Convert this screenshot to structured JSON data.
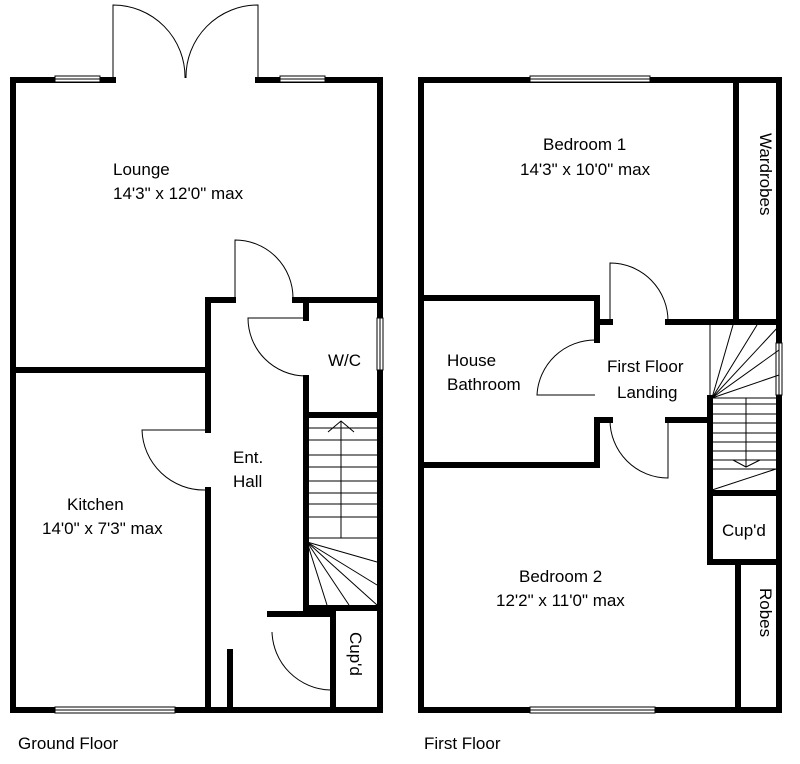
{
  "ground_floor": {
    "caption": "Ground Floor",
    "rooms": {
      "lounge": {
        "name": "Lounge",
        "size": "14'3\" x 12'0\" max"
      },
      "kitchen": {
        "name": "Kitchen",
        "size": "14'0\" x 7'3\" max"
      },
      "hall_line1": "Ent.",
      "hall_line2": "Hall",
      "wc": "W/C",
      "cupboard": "Cup'd"
    }
  },
  "first_floor": {
    "caption": "First Floor",
    "rooms": {
      "bedroom1": {
        "name": "Bedroom 1",
        "size": "14'3\" x 10'0\" max"
      },
      "bedroom2": {
        "name": "Bedroom 2",
        "size": "12'2\" x 11'0\" max"
      },
      "bathroom_line1": "House",
      "bathroom_line2": "Bathroom",
      "landing_line1": "First Floor",
      "landing_line2": "Landing",
      "wardrobes": "Wardrobes",
      "cupboard": "Cup'd",
      "robes": "Robes"
    }
  }
}
